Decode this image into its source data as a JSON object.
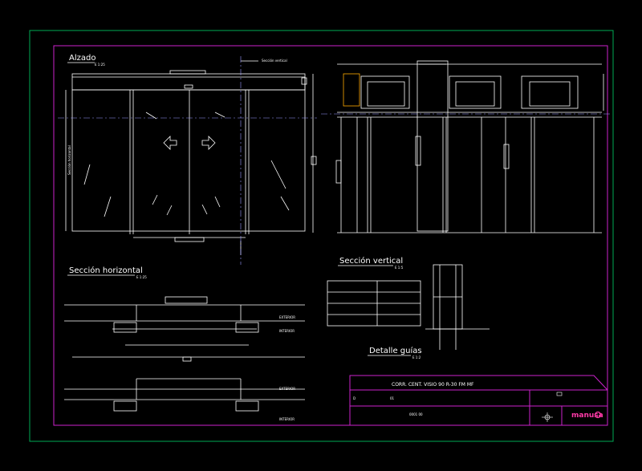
{
  "views": {
    "elevation_title": "Alzado",
    "elevation_scale": "E 1:25",
    "elevation_cut_label": "Sección vertical",
    "elevation_side_label": "Sección horizontal",
    "horizontal_title": "Sección horizontal",
    "horizontal_scale": "E 1:25",
    "vertical_title": "Sección vertical",
    "vertical_scale": "E 1:5",
    "guides_title": "Detalle guías",
    "guides_scale": "E 1:2",
    "exterior_label": "EXTERIOR",
    "interior_label": "INTERIOR"
  },
  "title_block": {
    "title": "CORR. CENT. VISIO 90 R-30 FM MF",
    "field_a": "D",
    "field_b": "01",
    "code": "0001 00",
    "brand": "manusa"
  },
  "colors": {
    "background": "#000000",
    "frame_outer": "#00aa55",
    "frame_inner": "#cc22cc",
    "line": "#ffffff",
    "axis": "#9999ff",
    "brand": "#ff3aa8"
  }
}
